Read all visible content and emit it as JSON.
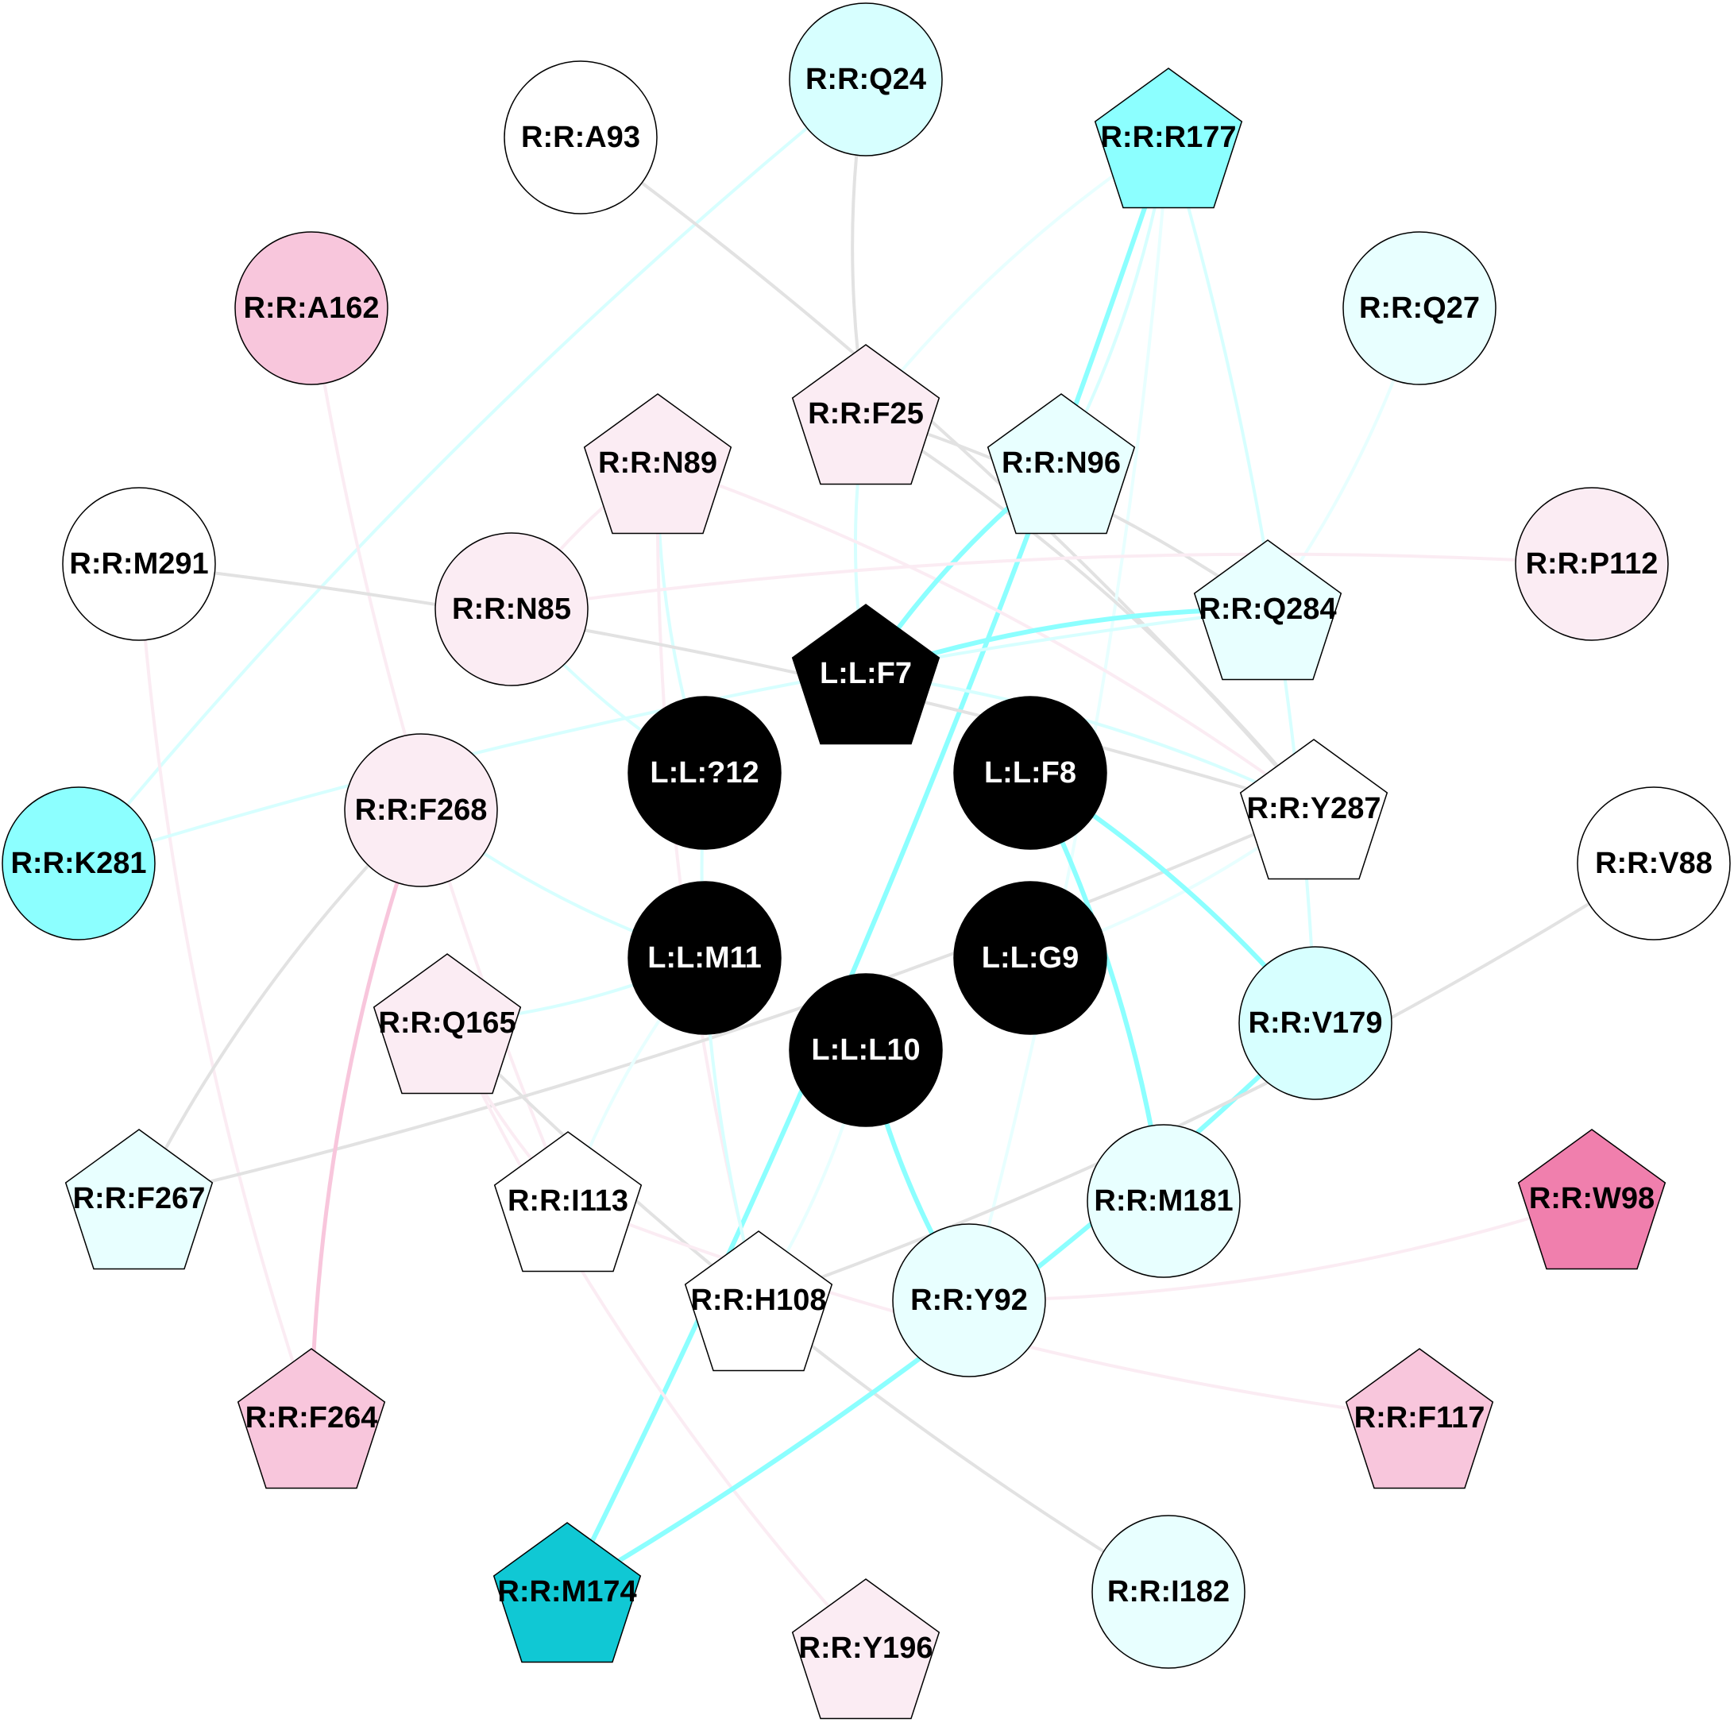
{
  "colors": {
    "black": "#000000",
    "white": "#ffffff",
    "cyan_strong": "#10c8d4",
    "cyan_bright": "#8cffff",
    "cyan_pale": "#d7ffff",
    "cyan_faint": "#e8ffff",
    "pink_strong": "#f07fad",
    "pink_mid": "#f8c6dc",
    "pink_pale": "#fbecf3",
    "grey_edge": "#e2e2e2",
    "ligand_text": "#ffffff",
    "residue_text": "#000000"
  },
  "nodes": [
    {
      "id": "LF7",
      "label": "L:L:F7",
      "shape": "pentagon",
      "fill": "black",
      "ligand": true
    },
    {
      "id": "LF8",
      "label": "L:L:F8",
      "shape": "circle",
      "fill": "black",
      "ligand": true
    },
    {
      "id": "LG9",
      "label": "L:L:G9",
      "shape": "circle",
      "fill": "black",
      "ligand": true
    },
    {
      "id": "LL10",
      "label": "L:L:L10",
      "shape": "circle",
      "fill": "black",
      "ligand": true
    },
    {
      "id": "LM11",
      "label": "L:L:M11",
      "shape": "circle",
      "fill": "black",
      "ligand": true
    },
    {
      "id": "L12",
      "label": "L:L:?12",
      "shape": "circle",
      "fill": "black",
      "ligand": true
    },
    {
      "id": "Q24",
      "label": "R:R:Q24",
      "shape": "circle",
      "fill": "cyan_pale"
    },
    {
      "id": "A93",
      "label": "R:R:A93",
      "shape": "circle",
      "fill": "white"
    },
    {
      "id": "R177",
      "label": "R:R:R177",
      "shape": "pentagon",
      "fill": "cyan_bright"
    },
    {
      "id": "A162",
      "label": "R:R:A162",
      "shape": "circle",
      "fill": "pink_mid"
    },
    {
      "id": "Q27",
      "label": "R:R:Q27",
      "shape": "circle",
      "fill": "cyan_faint"
    },
    {
      "id": "F25",
      "label": "R:R:F25",
      "shape": "pentagon",
      "fill": "pink_pale"
    },
    {
      "id": "N89",
      "label": "R:R:N89",
      "shape": "pentagon",
      "fill": "pink_pale"
    },
    {
      "id": "N96",
      "label": "R:R:N96",
      "shape": "pentagon",
      "fill": "cyan_faint"
    },
    {
      "id": "M291",
      "label": "R:R:M291",
      "shape": "circle",
      "fill": "white"
    },
    {
      "id": "P112",
      "label": "R:R:P112",
      "shape": "circle",
      "fill": "pink_pale"
    },
    {
      "id": "N85",
      "label": "R:R:N85",
      "shape": "circle",
      "fill": "pink_pale"
    },
    {
      "id": "Q284",
      "label": "R:R:Q284",
      "shape": "pentagon",
      "fill": "cyan_faint"
    },
    {
      "id": "Y287",
      "label": "R:R:Y287",
      "shape": "pentagon",
      "fill": "white"
    },
    {
      "id": "F268",
      "label": "R:R:F268",
      "shape": "circle",
      "fill": "pink_pale"
    },
    {
      "id": "K281",
      "label": "R:R:K281",
      "shape": "circle",
      "fill": "cyan_bright"
    },
    {
      "id": "V88",
      "label": "R:R:V88",
      "shape": "circle",
      "fill": "white"
    },
    {
      "id": "Q165",
      "label": "R:R:Q165",
      "shape": "pentagon",
      "fill": "pink_pale"
    },
    {
      "id": "V179",
      "label": "R:R:V179",
      "shape": "circle",
      "fill": "cyan_pale"
    },
    {
      "id": "F267",
      "label": "R:R:F267",
      "shape": "pentagon",
      "fill": "cyan_faint"
    },
    {
      "id": "W98",
      "label": "R:R:W98",
      "shape": "pentagon",
      "fill": "pink_strong"
    },
    {
      "id": "I113",
      "label": "R:R:I113",
      "shape": "pentagon",
      "fill": "white"
    },
    {
      "id": "M181",
      "label": "R:R:M181",
      "shape": "circle",
      "fill": "cyan_faint"
    },
    {
      "id": "H108",
      "label": "R:R:H108",
      "shape": "pentagon",
      "fill": "white"
    },
    {
      "id": "Y92",
      "label": "R:R:Y92",
      "shape": "circle",
      "fill": "cyan_faint"
    },
    {
      "id": "F264",
      "label": "R:R:F264",
      "shape": "pentagon",
      "fill": "pink_mid"
    },
    {
      "id": "F117",
      "label": "R:R:F117",
      "shape": "pentagon",
      "fill": "pink_mid"
    },
    {
      "id": "M174",
      "label": "R:R:M174",
      "shape": "pentagon",
      "fill": "cyan_strong"
    },
    {
      "id": "I182",
      "label": "R:R:I182",
      "shape": "circle",
      "fill": "cyan_faint"
    },
    {
      "id": "Y196",
      "label": "R:R:Y196",
      "shape": "pentagon",
      "fill": "pink_pale"
    }
  ],
  "edges": [
    {
      "from": "Q24",
      "to": "F25",
      "color": "grey_edge"
    },
    {
      "from": "Q24",
      "to": "K281",
      "color": "cyan_pale"
    },
    {
      "from": "A93",
      "to": "Y287",
      "color": "grey_edge"
    },
    {
      "from": "A162",
      "to": "I113",
      "color": "pink_pale"
    },
    {
      "from": "R177",
      "to": "M174",
      "color": "cyan_bright"
    },
    {
      "from": "R177",
      "to": "N96",
      "color": "cyan_pale"
    },
    {
      "from": "R177",
      "to": "V179",
      "color": "cyan_pale"
    },
    {
      "from": "R177",
      "to": "F25",
      "color": "cyan_faint"
    },
    {
      "from": "R177",
      "to": "Y92",
      "color": "cyan_faint"
    },
    {
      "from": "Q27",
      "to": "Q284",
      "color": "cyan_faint"
    },
    {
      "from": "F25",
      "to": "LF7",
      "color": "cyan_pale"
    },
    {
      "from": "F25",
      "to": "Q284",
      "color": "grey_edge"
    },
    {
      "from": "F25",
      "to": "Y287",
      "color": "grey_edge"
    },
    {
      "from": "N89",
      "to": "L12",
      "color": "cyan_pale"
    },
    {
      "from": "N89",
      "to": "N85",
      "color": "pink_pale"
    },
    {
      "from": "N89",
      "to": "Y287",
      "color": "pink_pale"
    },
    {
      "from": "N89",
      "to": "H108",
      "color": "pink_pale"
    },
    {
      "from": "N96",
      "to": "LF7",
      "color": "cyan_bright"
    },
    {
      "from": "M291",
      "to": "Y287",
      "color": "grey_edge"
    },
    {
      "from": "M291",
      "to": "F264",
      "color": "pink_pale"
    },
    {
      "from": "N85",
      "to": "P112",
      "color": "pink_pale"
    },
    {
      "from": "N85",
      "to": "L12",
      "color": "cyan_pale"
    },
    {
      "from": "K281",
      "to": "Q284",
      "color": "cyan_pale"
    },
    {
      "from": "Q284",
      "to": "LF7",
      "color": "cyan_bright"
    },
    {
      "from": "LF7",
      "to": "Y287",
      "color": "cyan_pale"
    },
    {
      "from": "Y287",
      "to": "F267",
      "color": "grey_edge"
    },
    {
      "from": "Y287",
      "to": "LG9",
      "color": "cyan_faint"
    },
    {
      "from": "LF8",
      "to": "V179",
      "color": "cyan_bright"
    },
    {
      "from": "LF8",
      "to": "M181",
      "color": "cyan_bright"
    },
    {
      "from": "F268",
      "to": "LM11",
      "color": "cyan_pale"
    },
    {
      "from": "F268",
      "to": "F264",
      "color": "pink_mid"
    },
    {
      "from": "F268",
      "to": "F267",
      "color": "grey_edge"
    },
    {
      "from": "Q165",
      "to": "LM11",
      "color": "cyan_pale"
    },
    {
      "from": "Q165",
      "to": "I182",
      "color": "grey_edge"
    },
    {
      "from": "Q165",
      "to": "Y196",
      "color": "pink_pale"
    },
    {
      "from": "Q165",
      "to": "I113",
      "color": "pink_pale"
    },
    {
      "from": "V179",
      "to": "M174",
      "color": "cyan_bright"
    },
    {
      "from": "V88",
      "to": "H108",
      "color": "grey_edge"
    },
    {
      "from": "W98",
      "to": "Y92",
      "color": "pink_pale"
    },
    {
      "from": "I113",
      "to": "F117",
      "color": "pink_pale"
    },
    {
      "from": "I113",
      "to": "LM11",
      "color": "cyan_faint"
    },
    {
      "from": "LL10",
      "to": "Y92",
      "color": "cyan_bright"
    },
    {
      "from": "LL10",
      "to": "H108",
      "color": "cyan_faint"
    },
    {
      "from": "L12",
      "to": "H108",
      "color": "cyan_pale"
    }
  ]
}
